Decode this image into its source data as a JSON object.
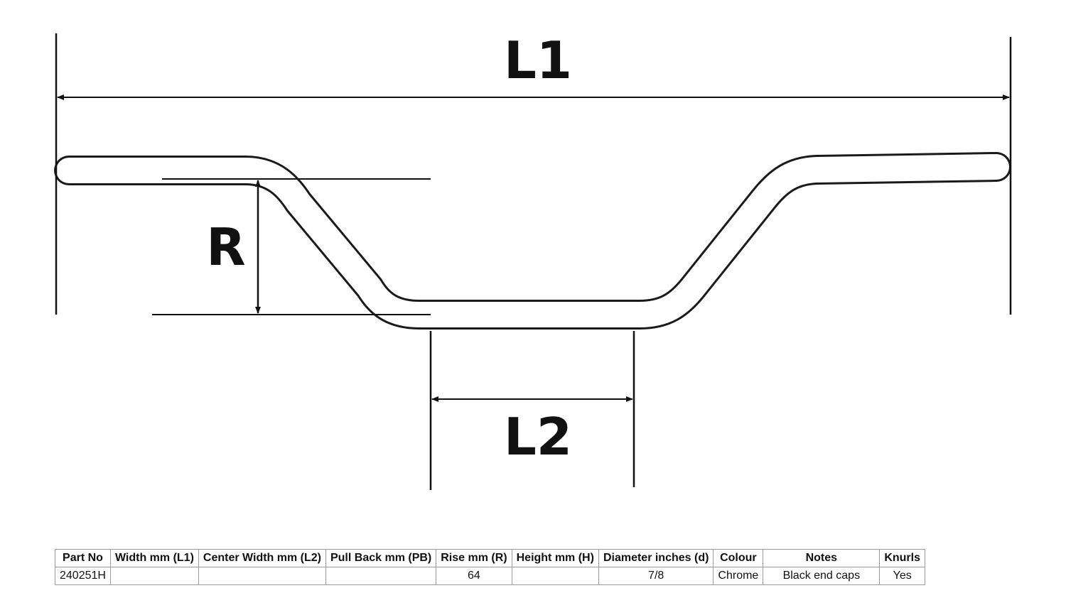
{
  "dimensions": {
    "overall_width_label": "L1",
    "center_width_label": "L2",
    "rise_label": "R"
  },
  "table": {
    "headers": [
      "Part No",
      "Width mm (L1)",
      "Center Width mm (L2)",
      "Pull Back mm (PB)",
      "Rise mm (R)",
      "Height mm (H)",
      "Diameter inches (d)",
      "Colour",
      "Notes",
      "Knurls"
    ],
    "row": [
      "240251H",
      "",
      "",
      "",
      "64",
      "",
      "7/8",
      "Chrome",
      "Black end caps",
      "Yes"
    ]
  }
}
